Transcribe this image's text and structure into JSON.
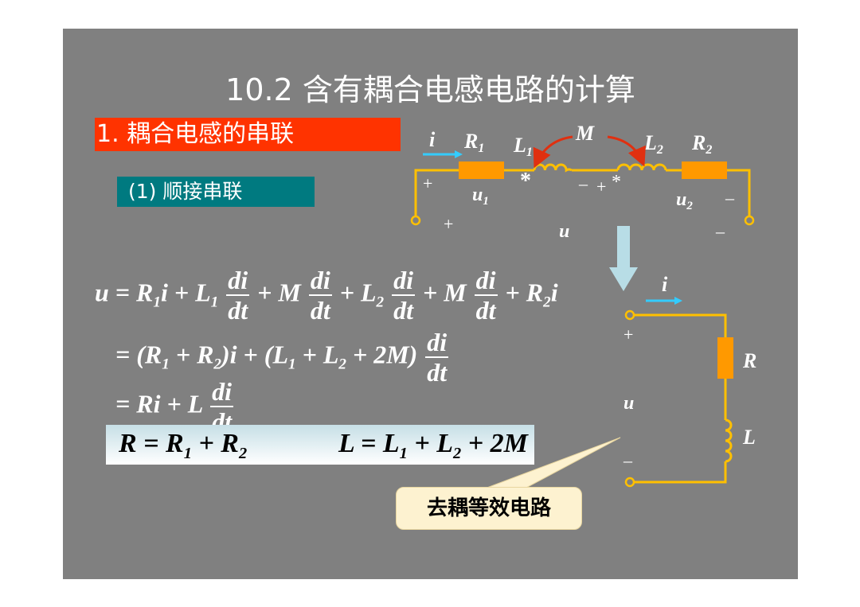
{
  "slide": {
    "title": "10.2  含有耦合电感电路的计算",
    "section": "1. 耦合电感的串联",
    "subsection": "(1)  顺接串联",
    "callout": "去耦等效电路"
  },
  "equations": {
    "line1": {
      "lhs": "u",
      "terms": [
        "R",
        "i",
        "L",
        "M",
        "L",
        "M",
        "R",
        "i"
      ],
      "frac_num": "di",
      "frac_den": "dt"
    },
    "line2": "= (R1 + R2)i + (L1 + L2 + 2M)",
    "line3": "= Ri + L",
    "result_R": "R = R1 + R2",
    "result_L": "L = L1 + L2 + 2M"
  },
  "circuit_top": {
    "current": "i",
    "R1": "R",
    "L1": "L",
    "M": "M",
    "L2": "L",
    "R2": "R",
    "u1": "u",
    "u2": "u",
    "u": "u",
    "plus": "+",
    "minus": "–",
    "dot": "*",
    "sub1": "1",
    "sub2": "2"
  },
  "circuit_eq": {
    "current": "i",
    "R": "R",
    "L": "L",
    "u": "u",
    "plus": "+",
    "minus": "–"
  },
  "colors": {
    "slide_bg": "#808080",
    "wire": "#ffc000",
    "resistor": "#ff9900",
    "section_bg": "#ff3300",
    "subsection_bg": "#007a80",
    "arrow_cyan": "#33ccff",
    "arrow_red": "#e03010",
    "big_arrow": "#b8dde6"
  }
}
